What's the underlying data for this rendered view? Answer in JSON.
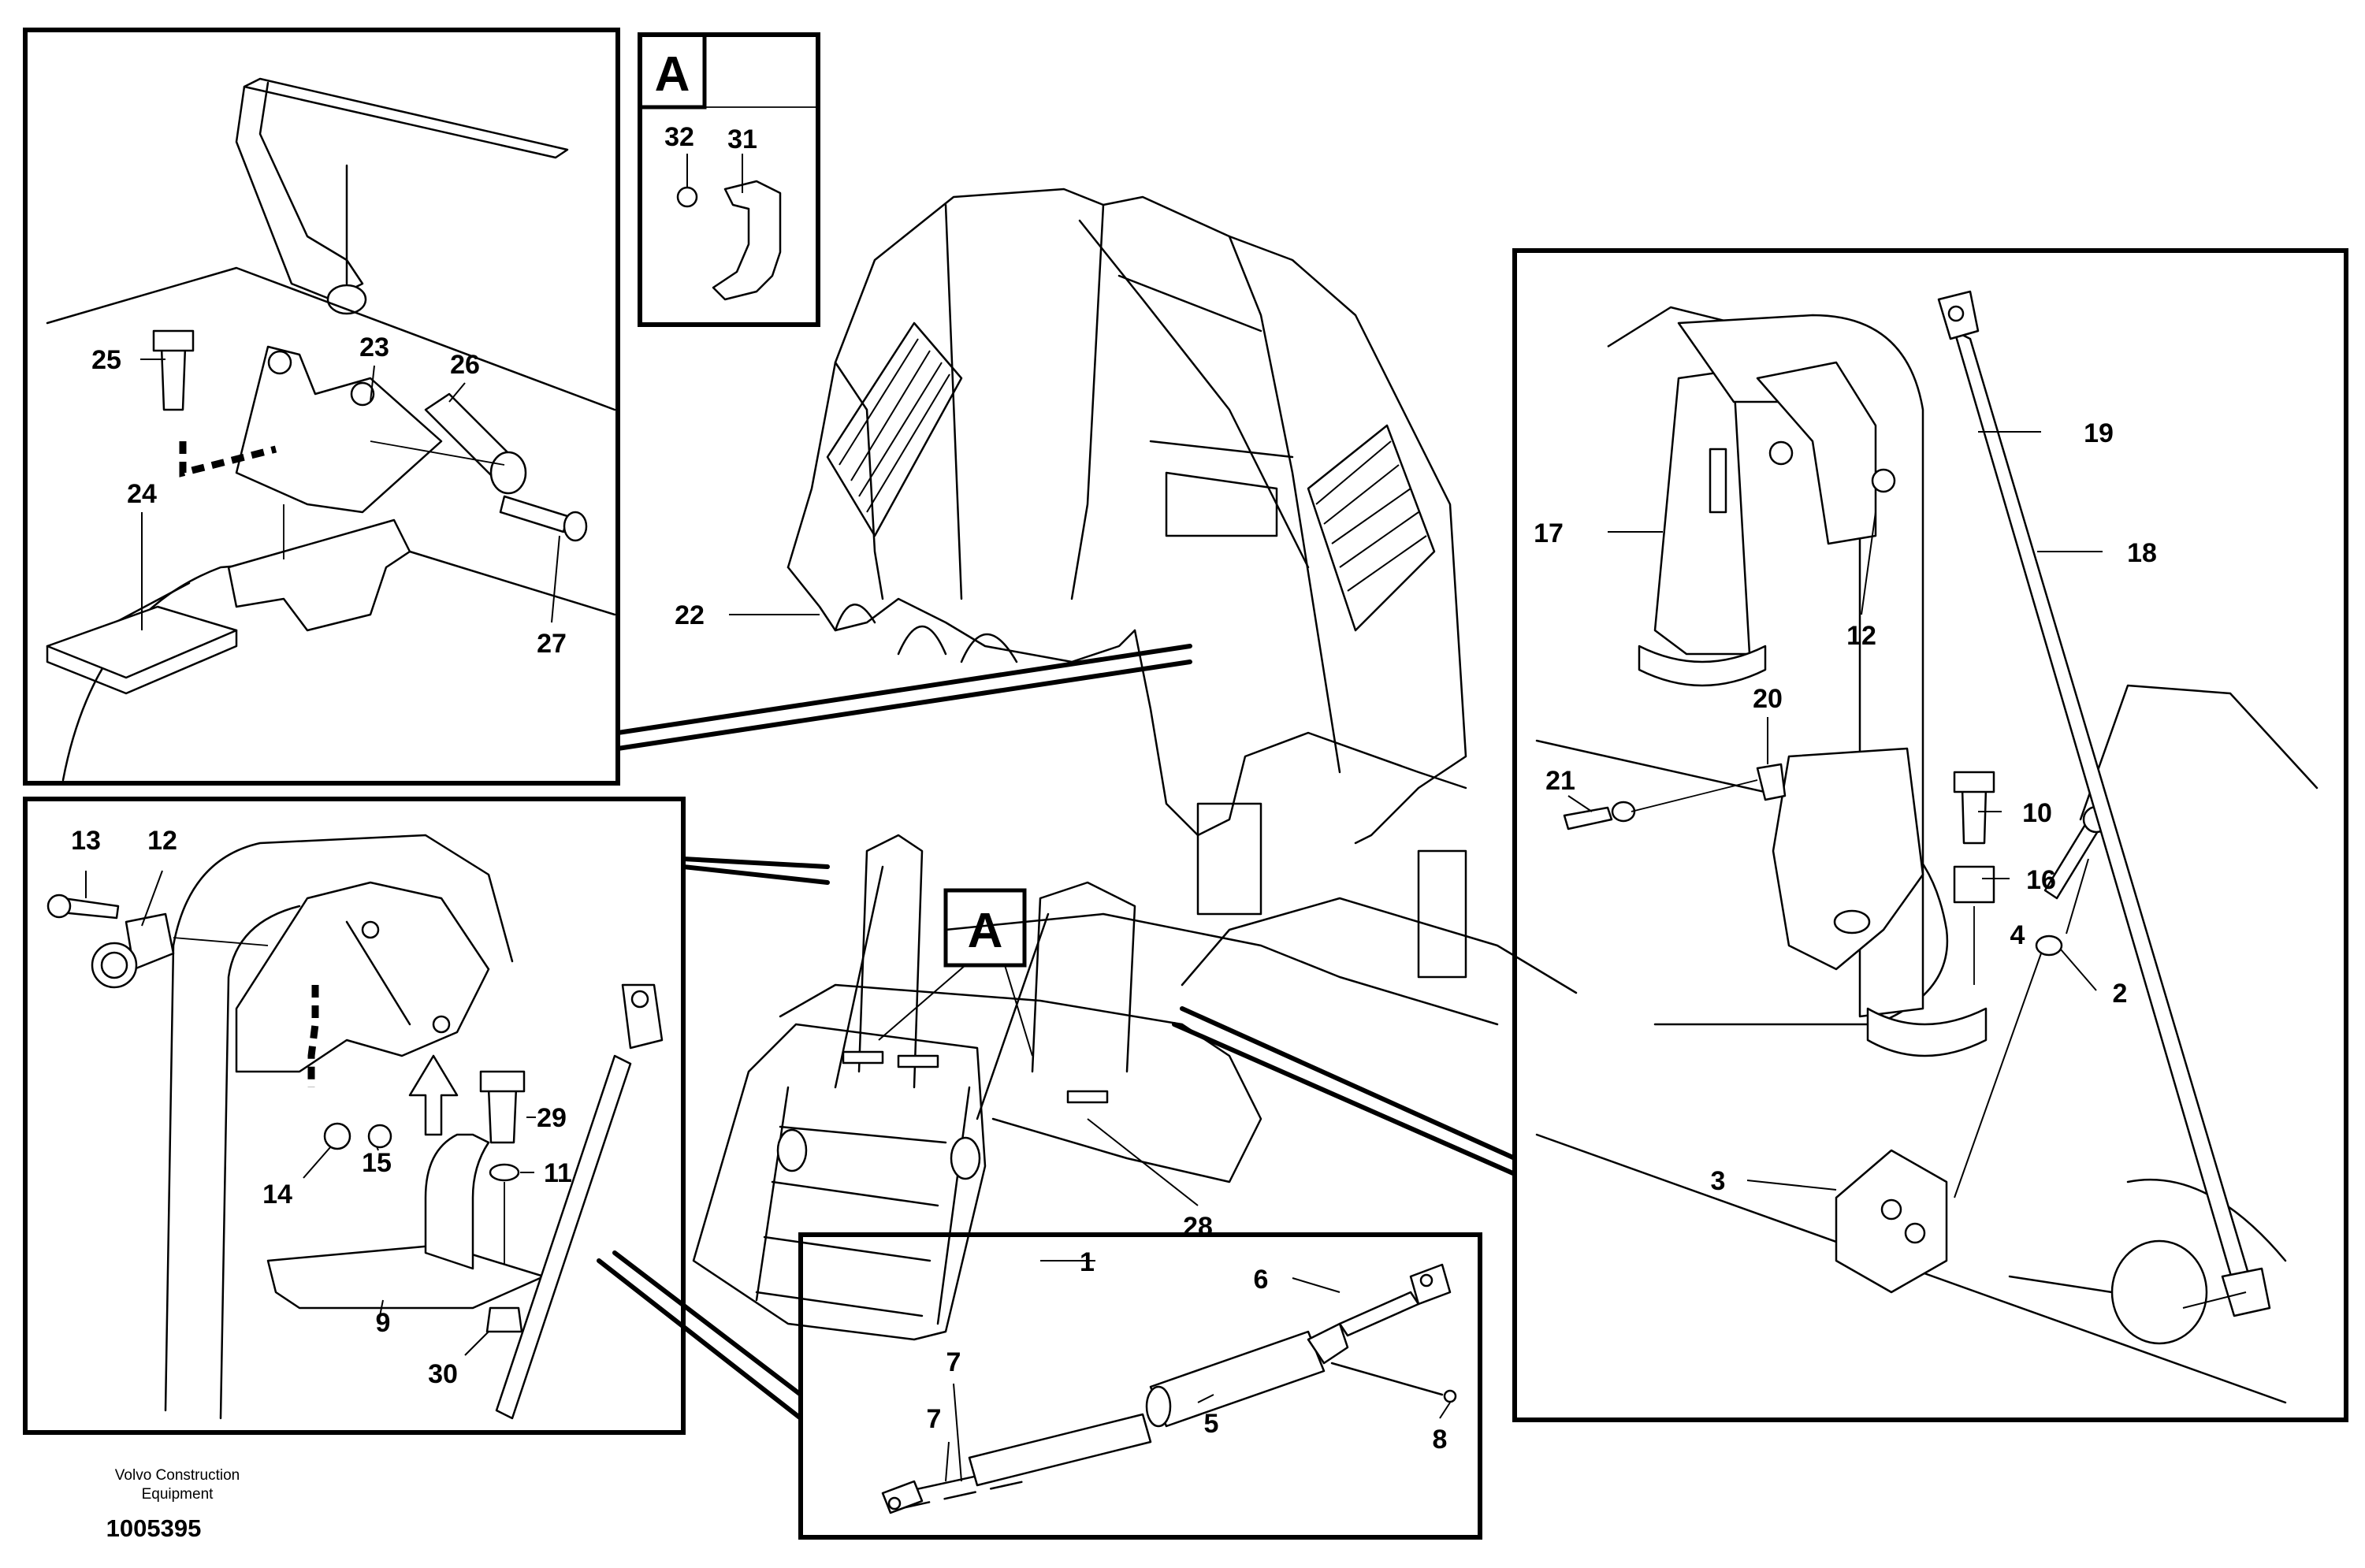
{
  "callouts": {
    "inset_letter": "A",
    "main_letter_a": "A",
    "p1": "1",
    "p2": "2",
    "p3": "3",
    "p4": "4",
    "p5": "5",
    "p6": "6",
    "p7a": "7",
    "p7b": "7",
    "p8": "8",
    "p9": "9",
    "p10": "10",
    "p11": "11",
    "p12a": "12",
    "p12b": "12",
    "p13": "13",
    "p14": "14",
    "p15": "15",
    "p16": "16",
    "p17": "17",
    "p18": "18",
    "p19": "19",
    "p20": "20",
    "p21": "21",
    "p22": "22",
    "p23": "23",
    "p24": "24",
    "p25": "25",
    "p26": "26",
    "p27": "27",
    "p28": "28",
    "p29": "29",
    "p30": "30",
    "p31": "31",
    "p32": "32"
  },
  "footer": {
    "maker_line1": "Volvo Construction",
    "maker_line2": "Equipment",
    "drawing_number": "1005395"
  }
}
